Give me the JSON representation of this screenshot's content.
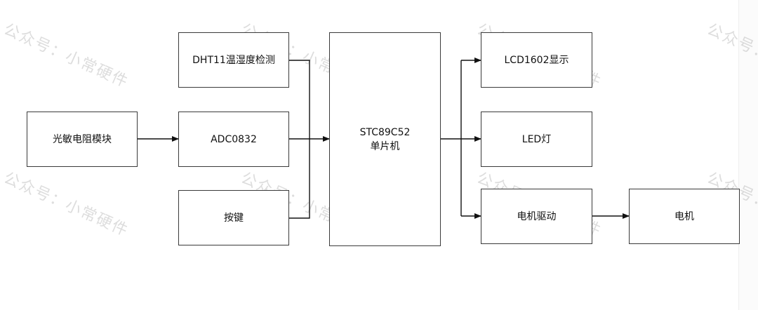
{
  "diagram": {
    "blocks": {
      "photoresistor": "光敏电阻模块",
      "dht11": "DHT11温湿度检测",
      "adc": "ADC0832",
      "keys": "按键",
      "mcu": "STC89C52\n单片机",
      "lcd": "LCD1602显示",
      "led": "LED灯",
      "motor_driver": "电机驱动",
      "motor": "电机"
    },
    "watermark": "公众号：小常硬件"
  }
}
